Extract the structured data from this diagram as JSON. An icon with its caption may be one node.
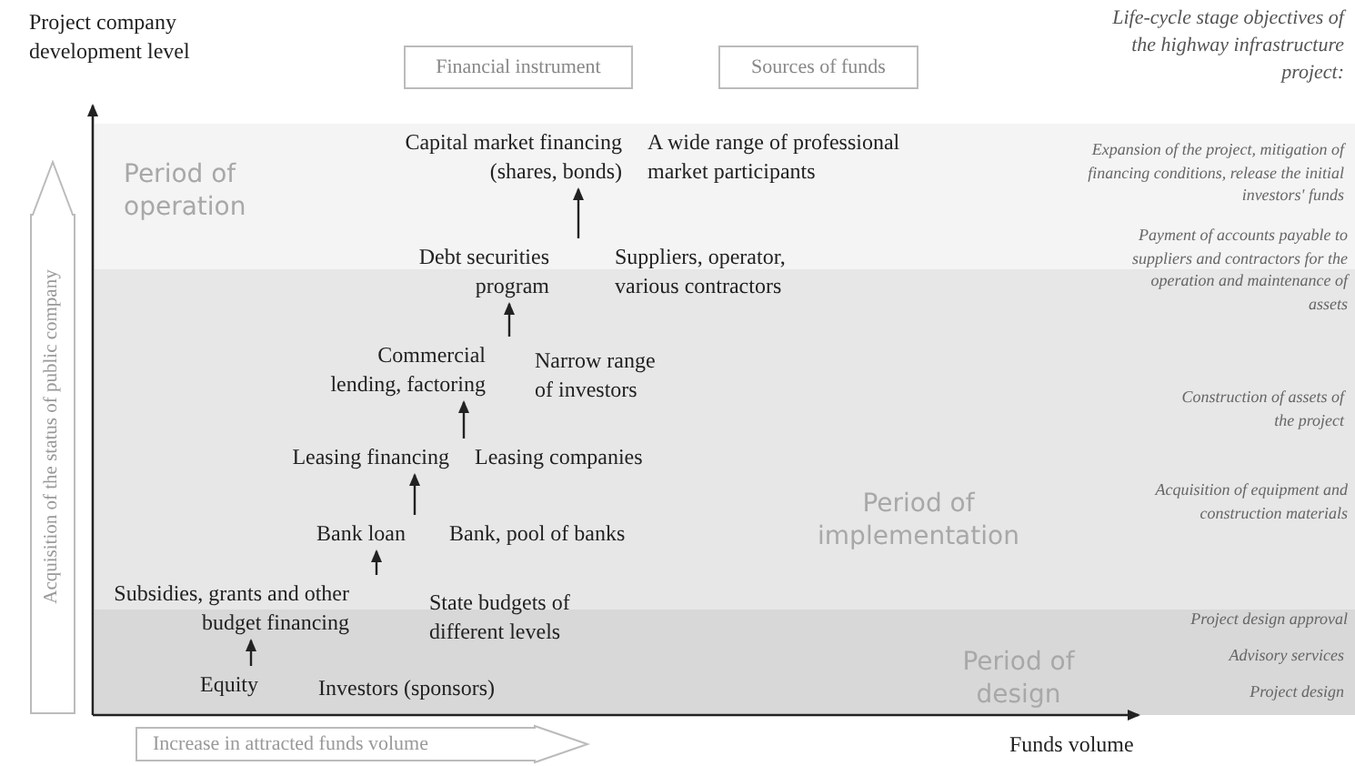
{
  "diagram": {
    "nodes": [
      {
        "text": [
          "Financial instrument"
        ]
      },
      {
        "text": [
          "Sources of funds"
        ]
      },
      {
        "text": [
          "Capital market financing (shares, bonds)"
        ]
      },
      {
        "text": [
          "Debt securities program"
        ]
      },
      {
        "text": [
          "Commercial lending, factoring"
        ]
      },
      {
        "text": [
          "Leasing financing"
        ]
      },
      {
        "text": [
          "Bank loan"
        ]
      },
      {
        "text": [
          "Subsidies, grants and other budget financing"
        ]
      },
      {
        "text": [
          "Equity"
        ]
      }
    ],
    "edges": [
      {
        "from": 8,
        "to": 7,
        "arrow": "to"
      },
      {
        "from": 7,
        "to": 6,
        "arrow": "to"
      },
      {
        "from": 6,
        "to": 5,
        "arrow": "to"
      },
      {
        "from": 5,
        "to": 4,
        "arrow": "to"
      },
      {
        "from": 4,
        "to": 3,
        "arrow": "to"
      },
      {
        "from": 3,
        "to": 2,
        "arrow": "to"
      }
    ],
    "labels": [
      "Project company development level",
      "Life-cycle stage objectives of the highway infrastructure project:",
      "Period of operation",
      "A wide range of professional market participants",
      "Expansion of the project, mitigation of financing conditions, release the initial investors' funds",
      "Suppliers, operator, various contractors",
      "Payment of accounts payable to suppliers and contractors for the operation and maintenance of assets",
      "Narrow range of investors",
      "Construction of assets of the project",
      "Leasing companies",
      "Period of implementation",
      "Acquisition of equipment and construction materials",
      "Bank, pool  of banks",
      "State budgets of different levels",
      "Project design approval",
      "Advisory services",
      "Period of design",
      "Investors (sponsors)",
      "Project design",
      "Acquisition of the status of public company",
      "Increase in attracted funds volume",
      "Funds volume"
    ]
  }
}
